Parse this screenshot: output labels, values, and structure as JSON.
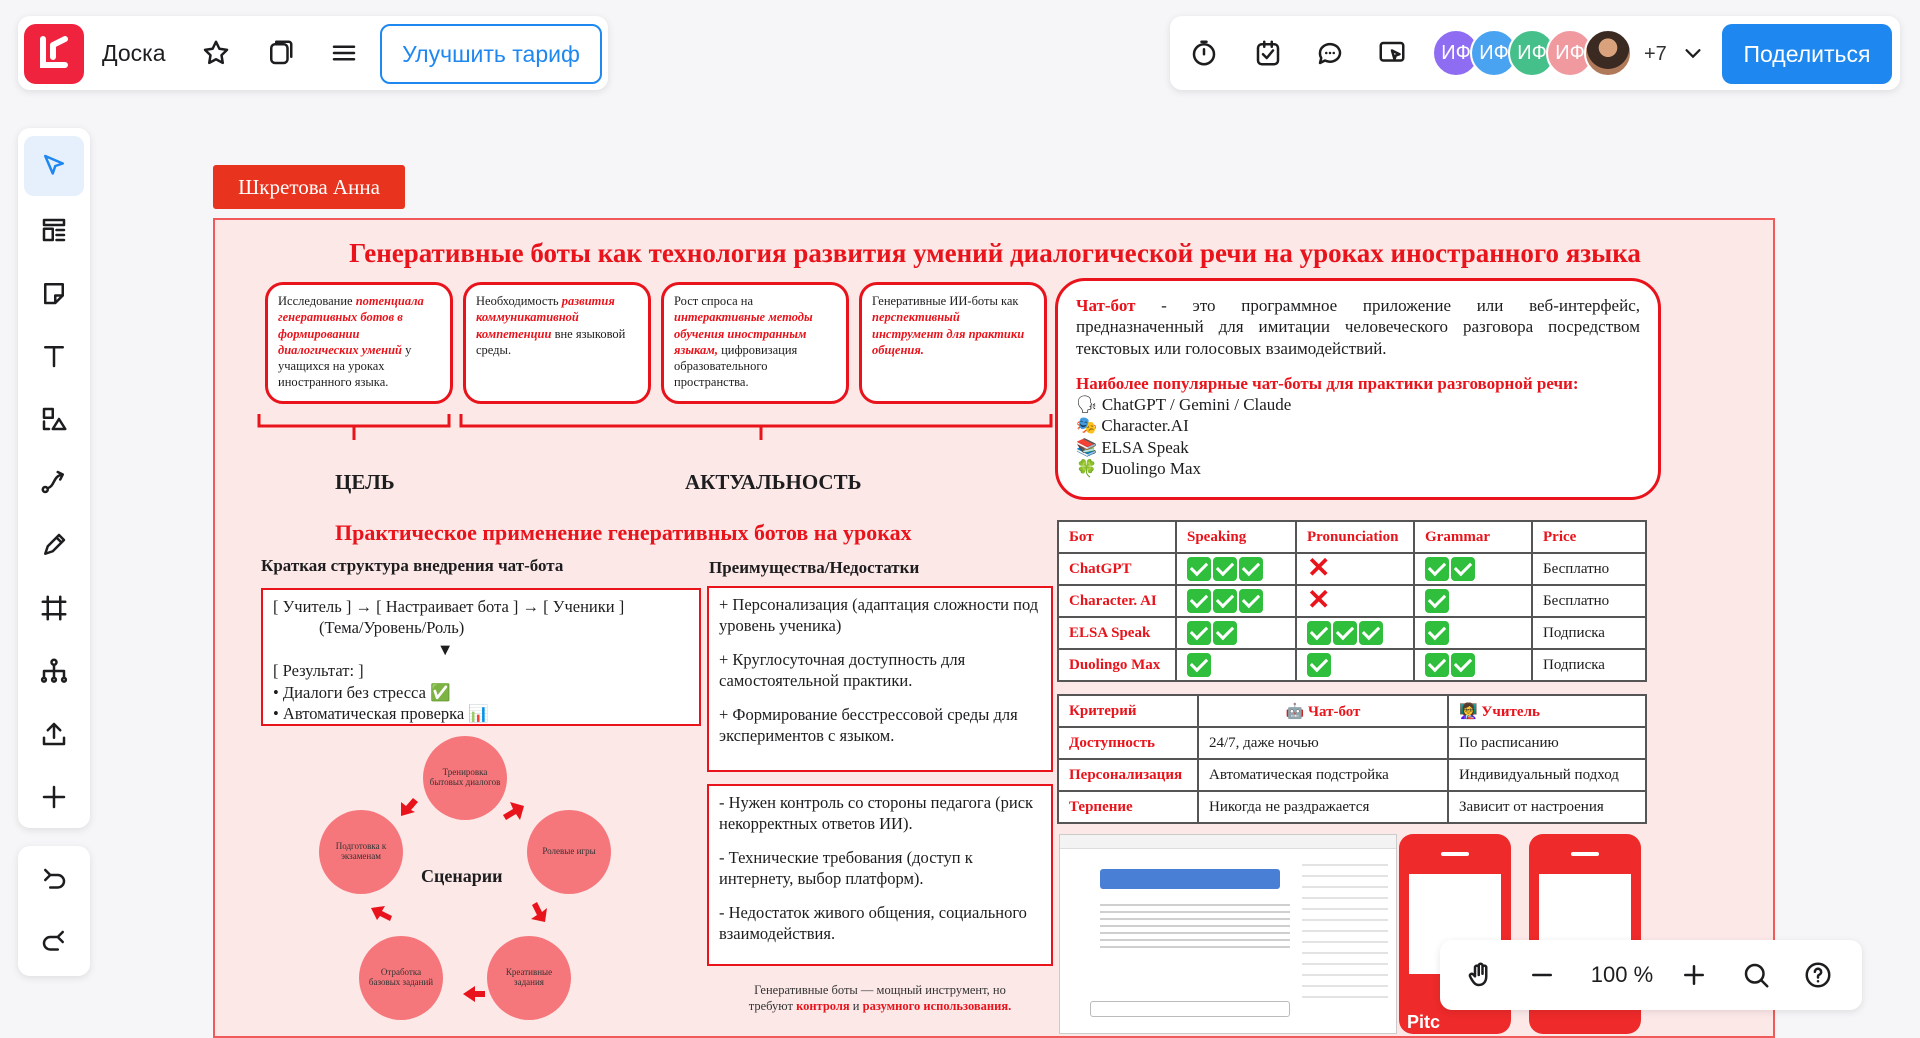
{
  "topbar": {
    "board_name": "Доска",
    "upgrade_label": "Улучшить тариф",
    "share_label": "Поделиться",
    "more_users": "+7",
    "avatars": [
      {
        "initials": "ИФ",
        "color": "#8f6df2"
      },
      {
        "initials": "ИФ",
        "color": "#4aa3f0"
      },
      {
        "initials": "ИФ",
        "color": "#46c08a"
      },
      {
        "initials": "ИФ",
        "color": "#f09aa0"
      }
    ]
  },
  "toolbar": {
    "tools": [
      "select-tool",
      "templates-tool",
      "sticky-note-tool",
      "text-tool",
      "shapes-tool",
      "connector-tool",
      "pen-tool",
      "frame-tool",
      "mindmap-tool",
      "upload-tool",
      "more-tool"
    ]
  },
  "zoom": {
    "level": "100 %"
  },
  "frame": {
    "label": "Шкретова Анна"
  },
  "poster": {
    "title": "Генеративные боты как технология развития умений диалогической речи на уроках иностранного языка",
    "card1": {
      "a": "Исследование ",
      "b": "потенциала генеративных ботов в формировании диалогических умений",
      "c": " у учащихся на уроках иностранного языка."
    },
    "card2": {
      "a": "Необходимость ",
      "b": "развития коммуникативной компетенции",
      "c": " вне языковой среды."
    },
    "card3": {
      "a": "Рост спроса на ",
      "b": "интерактивные методы обучения иностранным языкам,",
      "c": " цифровизация образовательного пространства."
    },
    "card4": {
      "a": "Генеративные ИИ-боты как ",
      "b": "перспективный инструмент для практики общения.",
      "c": ""
    },
    "goal_label": "ЦЕЛЬ",
    "relevance_label": "АКТУАЛЬНОСТЬ",
    "chatbot_term": "Чат-бот",
    "chatbot_def": " - это программное приложение или веб-интерфейс, предназначенный для имитации человеческого разговора посредством текстовых или голосовых взаимодействий.",
    "popular_title": "Наиболее популярные чат-боты для практики разговорной речи:",
    "popular": [
      "ChatGPT / Gemini / Claude",
      "Character.AI",
      "ELSA Speak",
      "Duolingo Max"
    ],
    "practice_title": "Практическое применение генеративных ботов на уроках",
    "structure_title": "Краткая структура внедрения чат-бота",
    "structure_lines": [
      "[ Учитель ] → [ Настраивает бота ] → [ Ученики ]",
      "(Тема/Уровень/Роль)",
      "▼",
      "[ Результат: ]",
      "• Диалоги без стресса ✅",
      "• Автоматическая проверка 📊"
    ],
    "pros_title": "Преимущества/Недостатки",
    "pros": [
      "+ Персонализация (адаптация сложности под уровень ученика)",
      "+ Круглосуточная доступность для самостоятельной практики.",
      "+ Формирование бесстрессовой среды для экспериментов с языком."
    ],
    "cons": [
      "- Нужен контроль со стороны педагога (риск некорректных ответов ИИ).",
      "- Технические требования (доступ к интернету, выбор платформ).",
      "- Недостаток живого общения, социального взаимодействия."
    ],
    "scenarios_label": "Сценарии",
    "scenarios": [
      "Тренировка бытовых диалогов",
      "Ролевые игры",
      "Креативные задания",
      "Отработка базовых заданий",
      "Подготовка к экзаменам"
    ],
    "footer_a": "Генеративные боты — мощный инструмент, но",
    "footer_b": "требуют ",
    "footer_c": "контроля",
    "footer_d": " и ",
    "footer_e": "разумного использования."
  },
  "table1": {
    "headers": [
      "Бот",
      "Speaking",
      "Pronunciation",
      "Grammar",
      "Price"
    ],
    "rows": [
      {
        "bot": "ChatGPT",
        "speaking": 3,
        "pron": "x",
        "grammar": 2,
        "price": "Бесплатно"
      },
      {
        "bot": "Character. AI",
        "speaking": 3,
        "pron": "x",
        "grammar": 1,
        "price": "Бесплатно"
      },
      {
        "bot": "ELSA Speak",
        "speaking": 2,
        "pron": 3,
        "grammar": 1,
        "price": "Подписка"
      },
      {
        "bot": "Duolingo Max",
        "speaking": 1,
        "pron": 1,
        "grammar": 2,
        "price": "Подписка"
      }
    ]
  },
  "table2": {
    "headers": [
      "Критерий",
      "🤖 Чат-бот",
      "👩‍🏫 Учитель"
    ],
    "rows": [
      [
        "Доступность",
        "24/7, даже ночью",
        "По расписанию"
      ],
      [
        "Персонализация",
        "Автоматическая подстройка",
        "Индивидуальный подход"
      ],
      [
        "Терпение",
        "Никогда не раздражается",
        "Зависит от настроения"
      ]
    ]
  },
  "qr_label": "Pitc"
}
